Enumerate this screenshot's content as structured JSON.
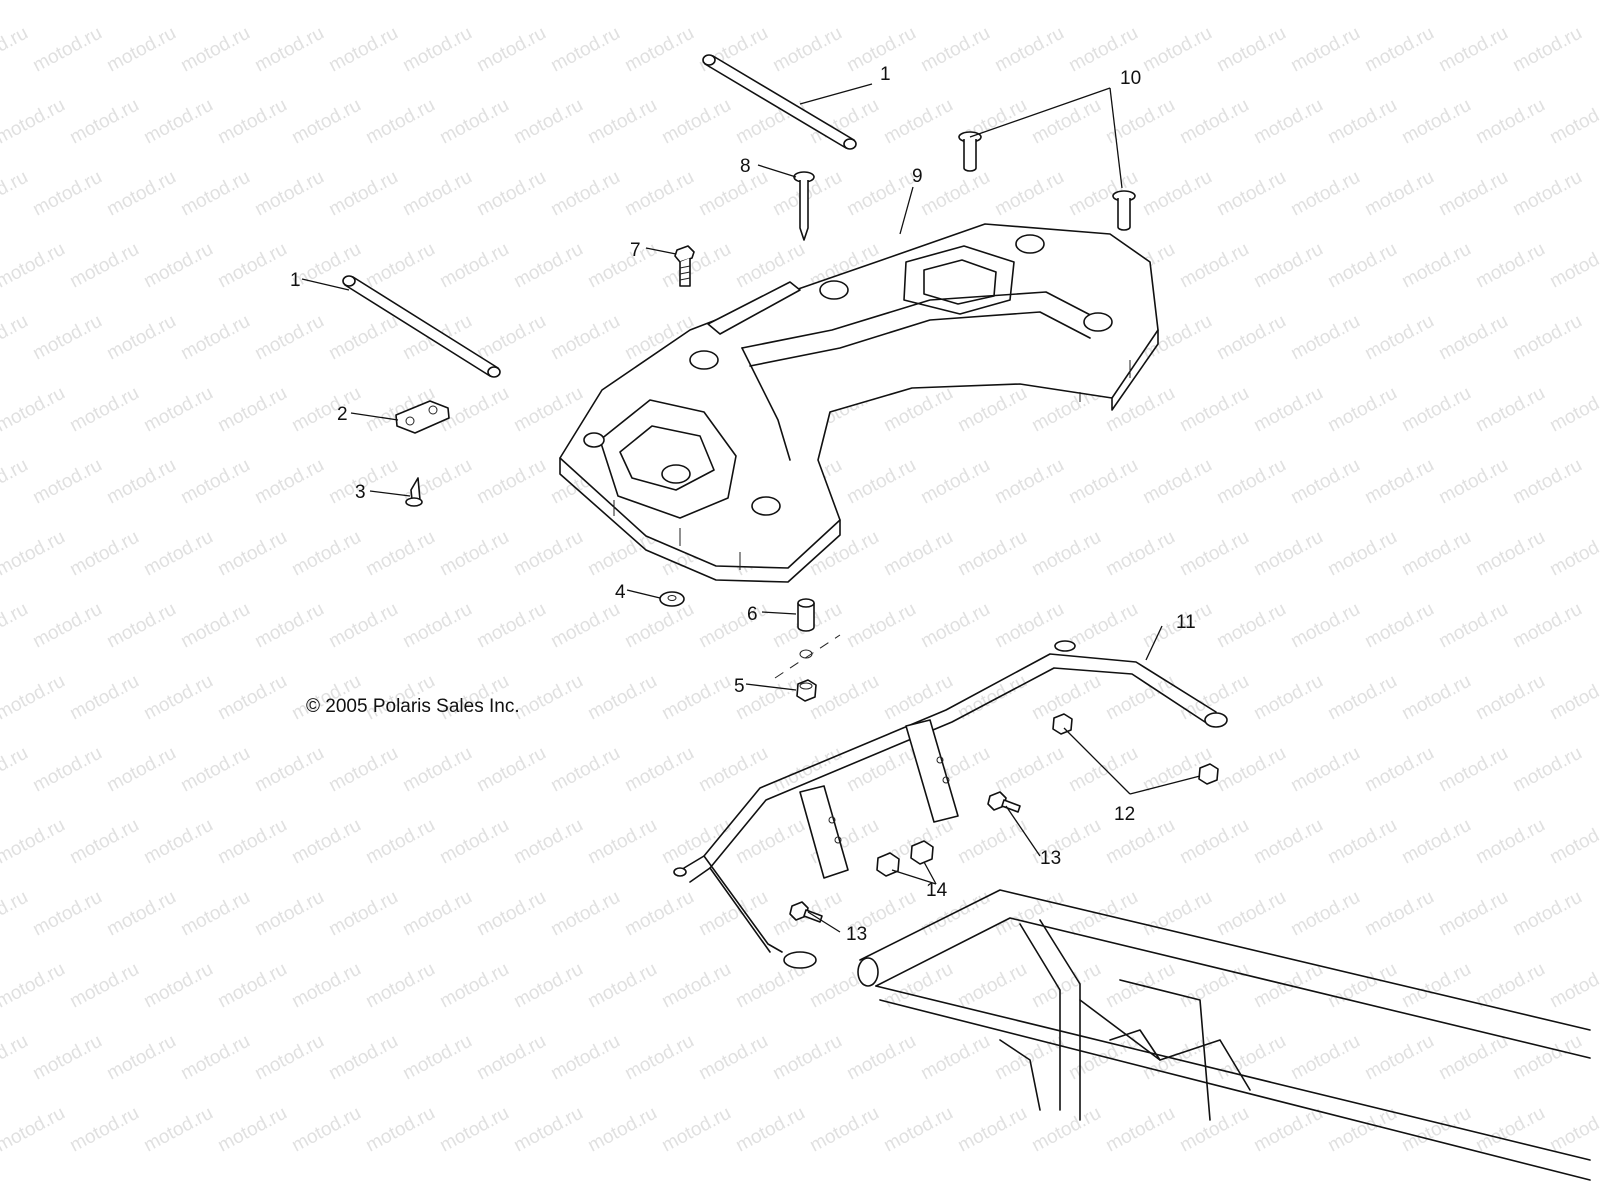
{
  "copyright": "© 2005 Polaris Sales Inc.",
  "watermark": "motod.ru",
  "callouts": [
    "1",
    "1",
    "2",
    "3",
    "4",
    "5",
    "6",
    "7",
    "8",
    "9",
    "10",
    "11",
    "12",
    "13",
    "13",
    "14"
  ],
  "colors": {
    "line": "#111111",
    "background": "#ffffff",
    "watermark": "#c8c8c8"
  }
}
